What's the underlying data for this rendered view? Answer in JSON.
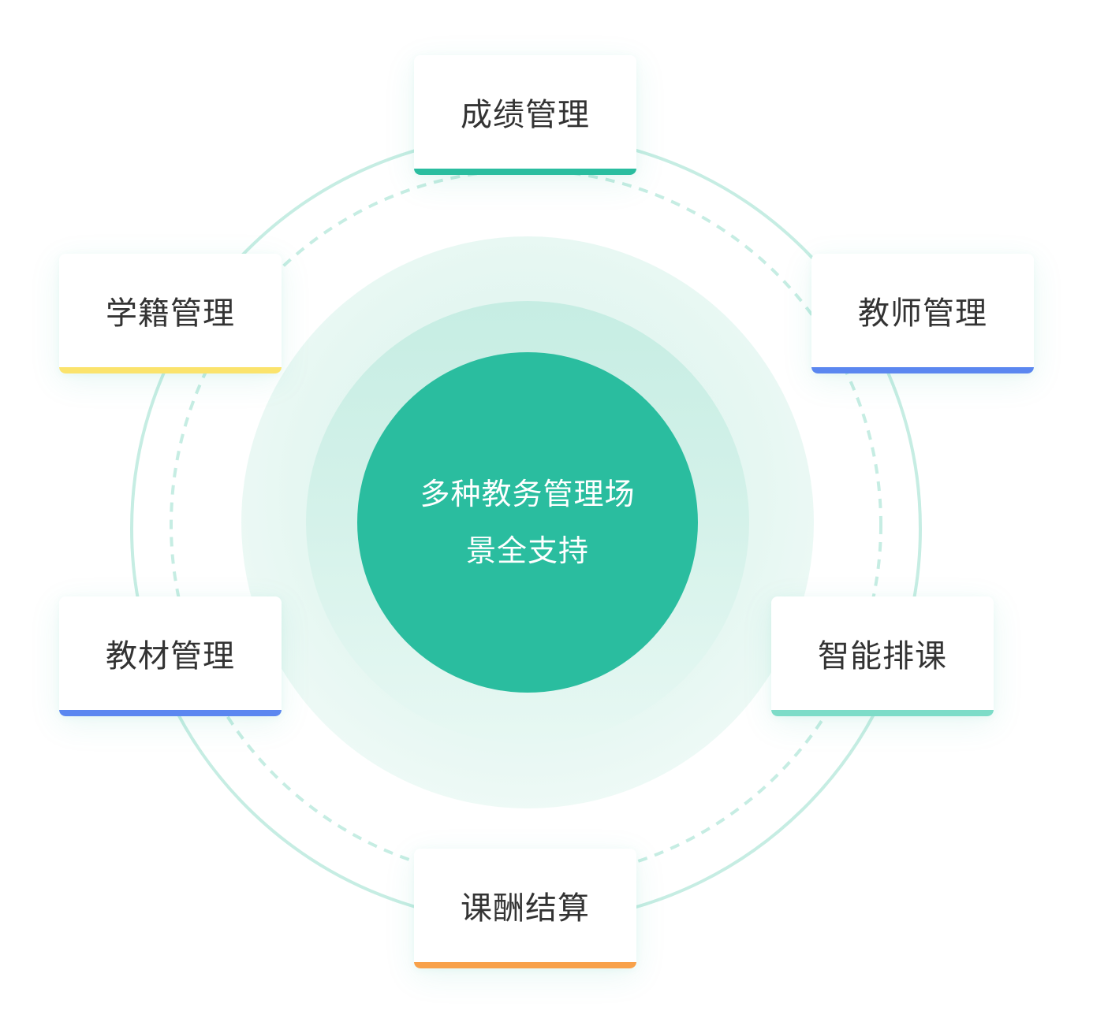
{
  "center": {
    "text": "多种教务管理场景全支持",
    "color": "#2abd9f"
  },
  "cards": [
    {
      "id": "grades",
      "label": "成绩管理",
      "accent": "#2abd9f"
    },
    {
      "id": "teacher",
      "label": "教师管理",
      "accent": "#5b87f0"
    },
    {
      "id": "schedule",
      "label": "智能排课",
      "accent": "#7ddcc8"
    },
    {
      "id": "salary",
      "label": "课酬结算",
      "accent": "#f8a14a"
    },
    {
      "id": "textbook",
      "label": "教材管理",
      "accent": "#5b87f0"
    },
    {
      "id": "student",
      "label": "学籍管理",
      "accent": "#fbe36c"
    }
  ]
}
